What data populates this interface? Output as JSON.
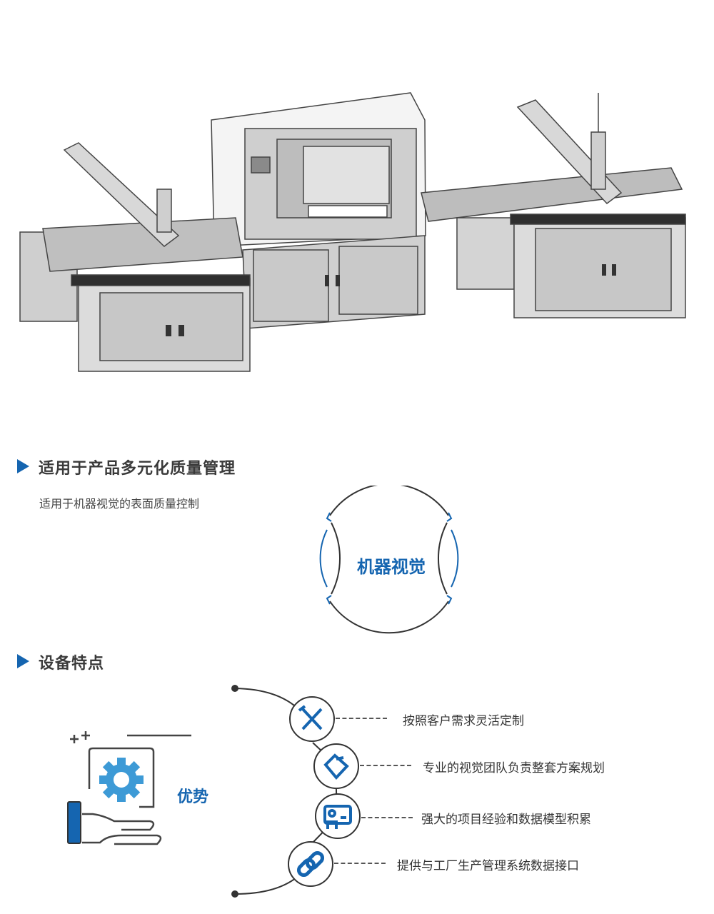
{
  "section1": {
    "title": "适用于产品多元化质量管理",
    "subtitle": "适用于机器视觉的表面质量控制",
    "badge": "机器视觉"
  },
  "section2": {
    "title": "设备特点",
    "advantage_label": "优势",
    "features": [
      {
        "icon": "ruler-pencil-icon",
        "text": "按照客户需求灵活定制"
      },
      {
        "icon": "handshake-icon",
        "text": "专业的视觉团队负责整套方案规划"
      },
      {
        "icon": "id-card-icon",
        "text": "强大的项目经验和数据模型积累"
      },
      {
        "icon": "link-icon",
        "text": "提供与工厂生产管理系统数据接口"
      }
    ]
  },
  "colors": {
    "accent": "#1565b0",
    "gear": "#3d9ad6"
  }
}
